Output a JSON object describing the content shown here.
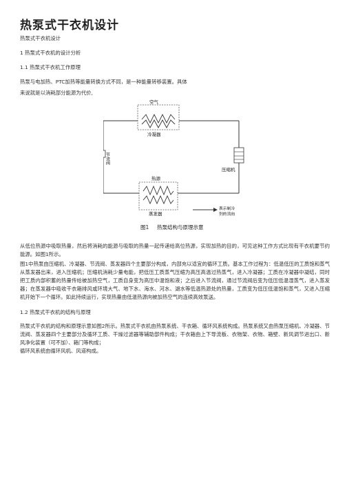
{
  "title": "热泵式干衣机设计",
  "lines": [
    "热泵式干衣机设计",
    "1 热泵式干衣机的设计分析",
    "1.1 热泵式干衣机工作原理",
    "热泵与电加热、PTC加热等能量转换方式不同，是一种能量转移装置。具体",
    "来说就是以消耗部分能源为代价,"
  ],
  "figure": {
    "label_air": "空气",
    "label_condenser": "冷凝器",
    "label_throttle": "节流阀",
    "label_compressor": "压缩机",
    "label_heat_source": "热源",
    "label_evaporator": "蒸发器",
    "label_flow": "表示制冷剂的流向",
    "caption_num": "图1",
    "caption": "热泵结构与原理示意"
  },
  "para_after_fig": "从低位热源中吸取热量，然后将消耗的能源与吸取的热量一起传递给高位热源，实现加热的目的，可见这种工作方式比现有干衣机要节约能源。如图1所示。",
  "para_cycle": "图1中热泵由压缩机、冷凝器、节流阀、蒸发器四个主要部分构成，内部充以适宜的循环工质。基本工作过程为：低温低压的工质饱和蒸气从蒸发器出来，进入压缩机；压缩机消耗少量电能，把低压工质蒸气压缩为高压高温过热蒸气，进入冷凝器；工质在冷凝器中凝结，同时把工质内部积蓄的热量传给被加热空气，工质自身变为高压中温饱和液；之后进入节流阀，通过节流阀后变为低压低温湿蒸气，进入蒸发器；在蒸发器中吸收干衣箱排风或环境大气、地下水、海水、河水、湖水等低温热源处的热量，工质变为低压低温饱和蒸气，又进入压缩机开始下一个循环。如此持续运行，实现热量由低温热源向被加热空气的连续高效泵送。",
  "section_12": "1.2 热泵式干衣机的结构与原理",
  "para_struct": "热泵式干衣机的结构和原理示意如图2所示。热泵式干衣机由热泵系统、干衣箱、循环风系统构成。热泵系统又由热泵压缩机、冷凝器、节流阀、蒸发器四个主要部分及循环工质、干燥过滤器等辅助部件构成；干衣箱由上下导流板、衣物架、衣物、箱壁、新风调节进出口、新风净化装置（可不加）、箱门等构成；",
  "para_fan": "循环风系统由循环风机、风道构成。"
}
